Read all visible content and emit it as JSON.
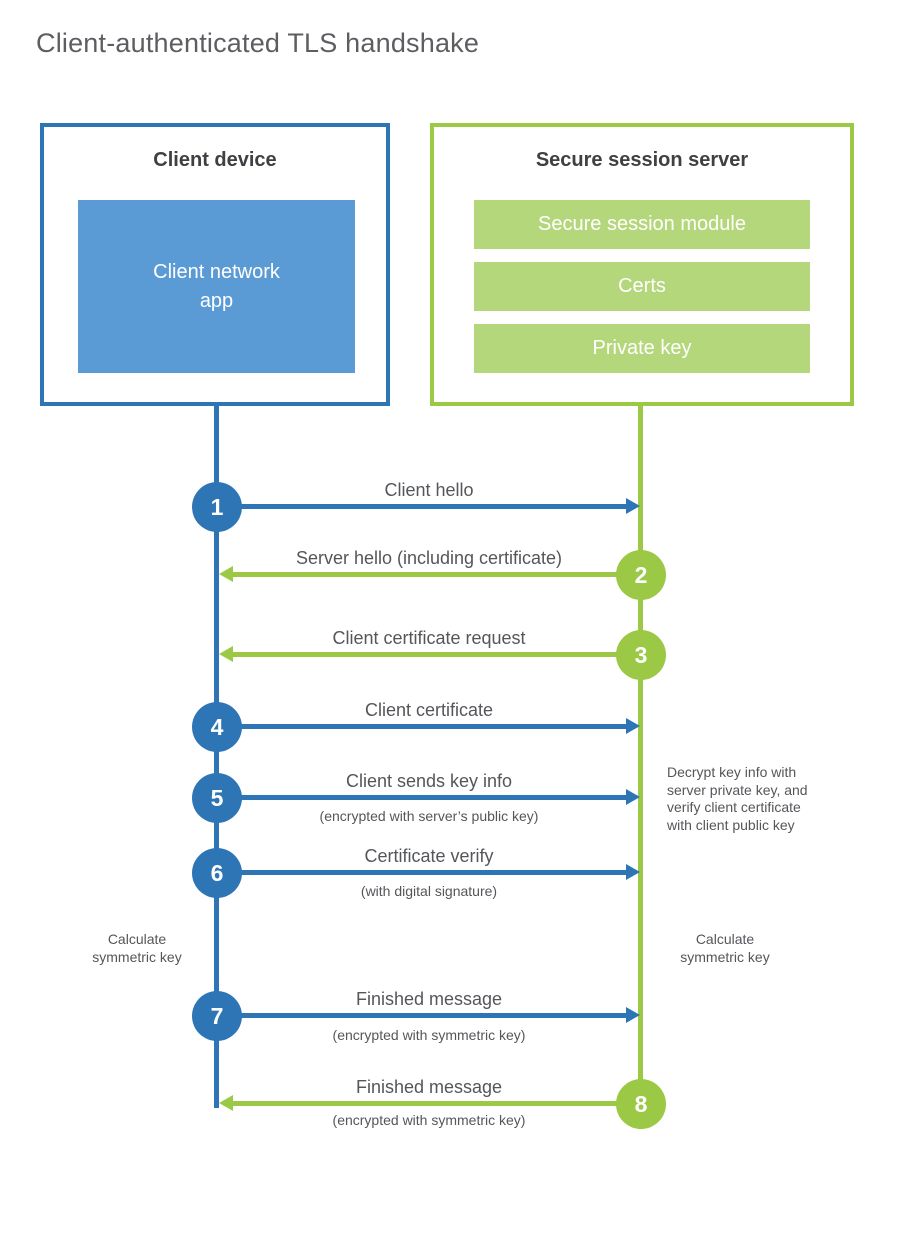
{
  "title": "Client-authenticated TLS handshake",
  "colors": {
    "blue_accent": "#2e75b6",
    "blue_fill": "#5b9bd5",
    "green_accent": "#9bc945",
    "green_fill": "#b5d77c"
  },
  "client": {
    "title": "Client device",
    "app_lines": [
      "Client network",
      "app"
    ]
  },
  "server": {
    "title": "Secure session server",
    "modules": [
      "Secure session module",
      "Certs",
      "Private key"
    ]
  },
  "steps": [
    {
      "num": "1",
      "from": "client",
      "label": "Client hello",
      "sub": ""
    },
    {
      "num": "2",
      "from": "server",
      "label": "Server hello (including certificate)",
      "sub": ""
    },
    {
      "num": "3",
      "from": "server",
      "label": "Client certificate request",
      "sub": ""
    },
    {
      "num": "4",
      "from": "client",
      "label": "Client certificate",
      "sub": ""
    },
    {
      "num": "5",
      "from": "client",
      "label": "Client sends key info",
      "sub": "(encrypted with server’s public key)"
    },
    {
      "num": "6",
      "from": "client",
      "label": "Certificate verify",
      "sub": "(with digital signature)"
    },
    {
      "num": "7",
      "from": "client",
      "label": "Finished message",
      "sub": "(encrypted with symmetric key)"
    },
    {
      "num": "8",
      "from": "server",
      "label": "Finished message",
      "sub": "(encrypted with symmetric key)"
    }
  ],
  "notes": {
    "decrypt_lines": [
      "Decrypt key info with",
      "server private key, and",
      "verify client certificate",
      "with client public key"
    ],
    "calc_left_lines": [
      "Calculate",
      "symmetric key"
    ],
    "calc_right_lines": [
      "Calculate",
      "symmetric key"
    ]
  }
}
